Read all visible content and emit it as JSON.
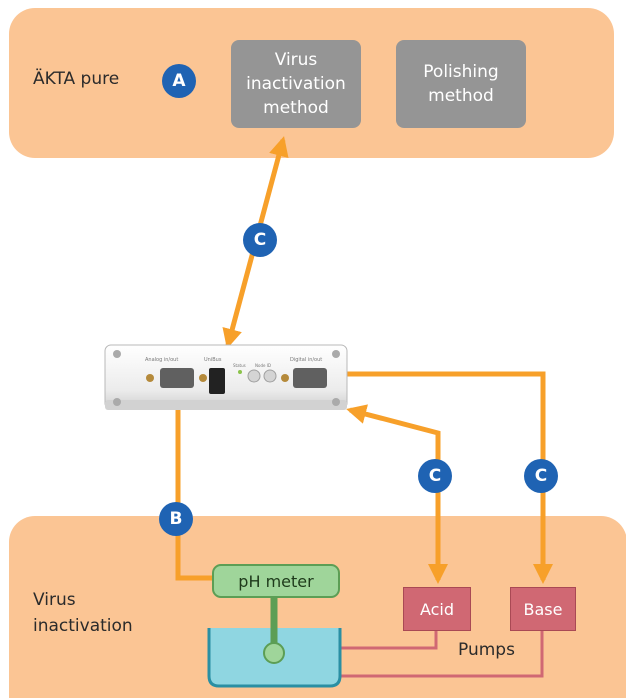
{
  "top_panel": {
    "label": "ÄKTA pure",
    "badge": "A",
    "virus_method": "Virus\ninactivation\nmethod",
    "polishing_method": "Polishing\nmethod"
  },
  "badges": {
    "b": "B",
    "c": "C"
  },
  "device": {
    "analog_label": "Analog in/out",
    "unibus_label": "UniBus",
    "status_label": "Status",
    "node_label": "Node ID",
    "digital_label": "Digital in/out"
  },
  "bottom_panel": {
    "label": "Virus\ninactivation",
    "ph_meter": "pH meter",
    "acid": "Acid",
    "base": "Base",
    "pumps": "Pumps"
  },
  "colors": {
    "panel": "#fbc594",
    "arrow": "#f7a02a",
    "badge": "#1f63b3",
    "pump": "#d06873",
    "ph_meter": "#9fd59a",
    "tank": "#8fd6e1"
  }
}
